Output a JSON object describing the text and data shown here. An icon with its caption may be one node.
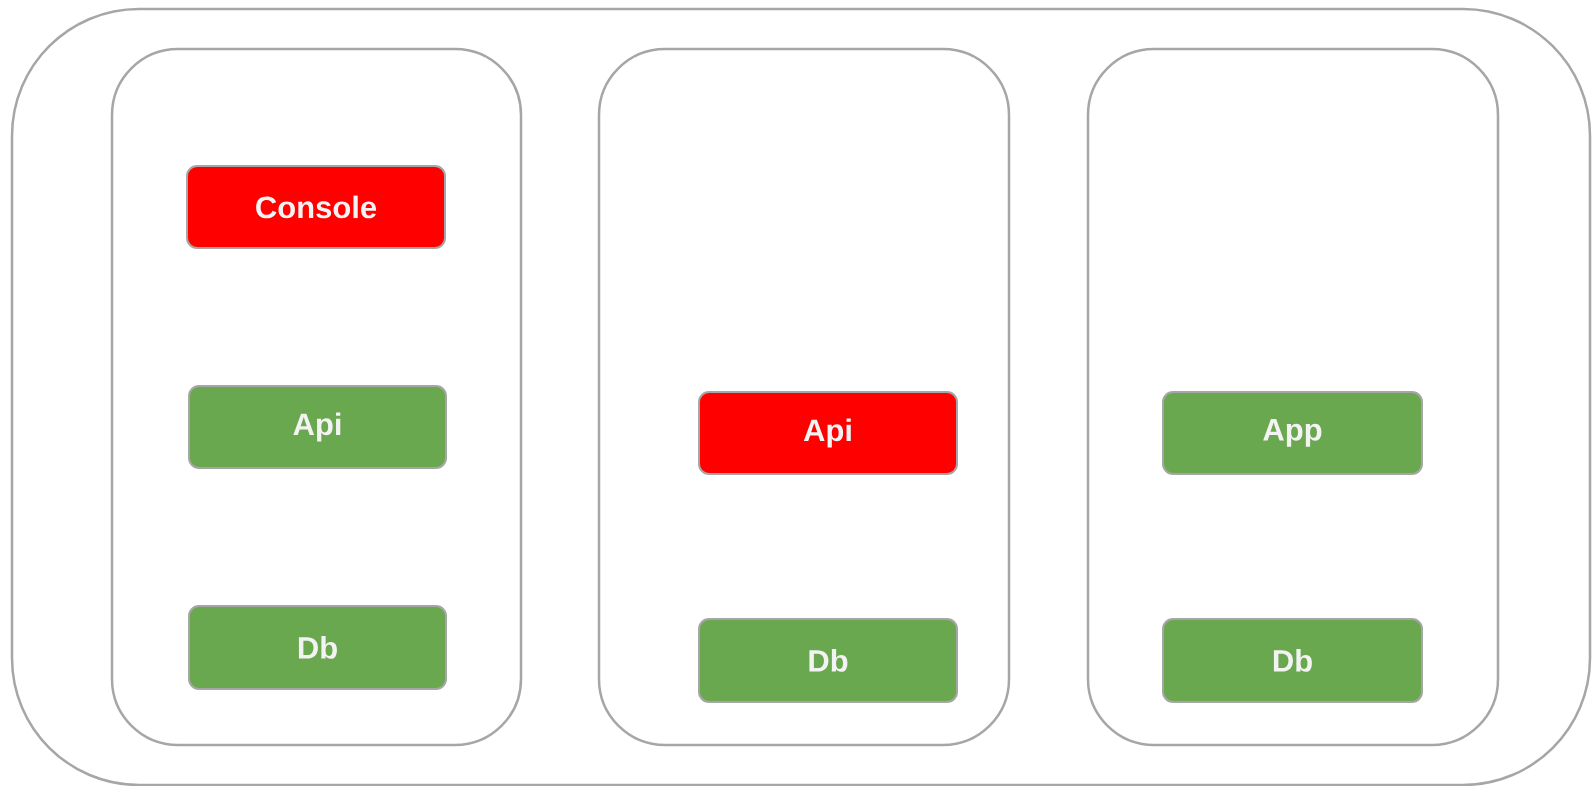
{
  "diagram": {
    "nodes": [
      {
        "text": [],
        "shape": "box"
      },
      {
        "text": [],
        "shape": "box",
        "in": 0
      },
      {
        "text": [
          "Console"
        ],
        "in": 1
      },
      {
        "text": [
          "Api"
        ],
        "in": 1
      },
      {
        "text": [
          "Db"
        ],
        "in": 1
      },
      {
        "text": [],
        "shape": "box",
        "in": 0
      },
      {
        "text": [
          "Api"
        ],
        "in": 5
      },
      {
        "text": [
          "Db"
        ],
        "in": 5
      },
      {
        "text": [],
        "shape": "box",
        "in": 0
      },
      {
        "text": [
          "App"
        ],
        "in": 8
      },
      {
        "text": [
          "Db"
        ],
        "in": 8
      }
    ]
  }
}
